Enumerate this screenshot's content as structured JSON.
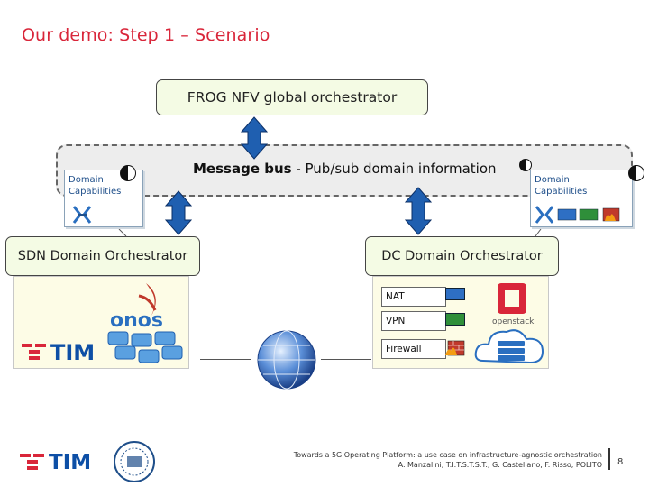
{
  "slide": {
    "title": "Our demo: Step 1 – Scenario",
    "page_number": "8"
  },
  "diagram": {
    "global_orchestrator": "FROG NFV global orchestrator",
    "message_bus": {
      "bold": "Message bus",
      "rest": " - Pub/sub domain information"
    },
    "domain_capabilities_left": "Domain Capabilities",
    "domain_capabilities_right": "Domain Capabilities",
    "sdn_orchestrator": "SDN Domain Orchestrator",
    "dc_orchestrator": "DC Domain Orchestrator",
    "vnfs": [
      "NAT",
      "VPN",
      "Firewall"
    ],
    "logos": {
      "onos": "onos",
      "tim": "TIM",
      "openstack": "openstack"
    }
  },
  "footer": {
    "line1": "Towards a 5G Operating Platform: a use case on infrastructure-agnostic orchestration",
    "line2": "A. Manzalini, T.I.T.S.T.S.T., G. Castellano, F. Risso, POLITO",
    "tim_logo": "TIM"
  },
  "colors": {
    "title_red": "#d9263a",
    "arrow_blue": "#1f5fb0",
    "box_green": "#f4fbe4",
    "bus_gray": "#ededed",
    "tim_blue": "#0d4fa6"
  }
}
